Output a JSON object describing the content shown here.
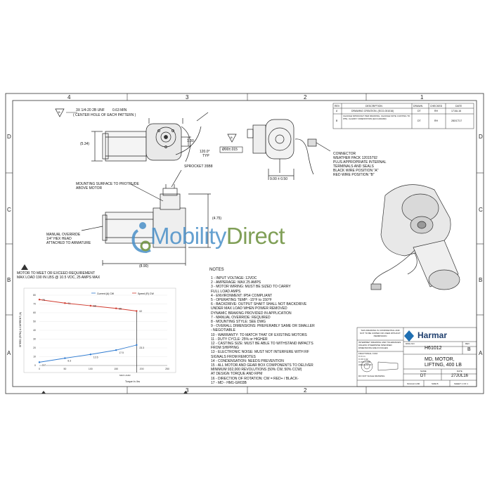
{
  "zones": {
    "top": [
      "4",
      "3",
      "2",
      "1"
    ],
    "left": [
      "D",
      "C",
      "B",
      "A"
    ],
    "right": [
      "D",
      "C",
      "B",
      "A"
    ]
  },
  "views": {
    "top_left": {
      "callout_note": "3X 1/4-20 2B UNF",
      "depth": "0.63 MIN",
      "center_note": "( CENTER HOLE OF EACH PATTERN )",
      "dim_height": "(5.34)",
      "dim_horiz": "1.00",
      "dim_angle": "120.0°",
      "dim_angle_sub": "TYP",
      "flag_b": "B"
    },
    "top_right": {
      "flag_b": "B",
      "tolerance_box": "Ø00±.015",
      "dim_bottom": "9.00 ± 0.50",
      "connector_lines": [
        "CONNECTOR",
        "WEATHER PACK 12015792",
        "PLUS APPROPRIATE INTERNAL",
        "TERMINALS AND SEALS",
        "BLACK WIRE POSITION \"A\"",
        "RED WIRE POSITION \"B\""
      ]
    },
    "side": {
      "mounting_note_1": "MOUNTING SURFACE TO PROTRUDE",
      "mounting_note_2": "ABOVE MOTOR",
      "sprocket": "SPROCKET 35B8",
      "dim_height": "(4.75)",
      "dim_width": "(8.90)",
      "override_1": "MANUAL OVERRIDE",
      "override_2": "1/4\" HEX HEAD",
      "override_3": "ATTACHED TO ARMATURE"
    }
  },
  "watermark": {
    "text_a": "Mobility",
    "text_b": "Direct"
  },
  "requirement": {
    "line1": "MOTOR TO MEET OR EXCEED REQUIREMENT",
    "line2": "MAX LOAD 190 IN LBS @ 10.5 VDC, 25 AMPS MAX"
  },
  "chart_data": {
    "type": "line",
    "title": "",
    "xlabel": "Torque In. lbs",
    "ylabel": "SPEED (RPM) & CURRENT (A)",
    "x": [
      0,
      50,
      100,
      150,
      190
    ],
    "x_ticks": [
      "0",
      "50",
      "100",
      "150",
      "200",
      "250"
    ],
    "xlim": [
      0,
      250
    ],
    "y_ticks": [
      "0",
      "10",
      "20",
      "30",
      "40",
      "50",
      "60",
      "70",
      "80"
    ],
    "ylim": [
      0,
      80
    ],
    "marker_label": "MAX LOAD",
    "legend_position": "top",
    "grid": true,
    "series": [
      {
        "name": "Current (A) CW",
        "color": "#2f7bd1",
        "values": [
          3.7,
          8.3,
          12.6,
          17.5,
          23.3
        ],
        "labels": [
          "3.7",
          "8.3",
          "12.6",
          "17.5",
          "23.3"
        ]
      },
      {
        "name": "Speed (R) CW",
        "color": "#d13b2f",
        "values": [
          75,
          71,
          68,
          65,
          62
        ],
        "labels": [
          "75",
          "71",
          "68",
          "65",
          "62"
        ]
      }
    ]
  },
  "notes": {
    "title": "NOTES",
    "items": [
      "1 - INPUT VOLTAGE: 12VDC",
      "2 - AMPERAGE: MAX 25 AMPS",
      "3 - MOTOR WIRING: MUST BE SIZED TO CARRY",
      "     FULL LOAD AMPS",
      "4 - ENVIRONMENT: IP54 COMPLIANT",
      "5 - OPERATING TEMP: -15°F to 150°F",
      "6 - BACKDRIVE: OUTPUT SHAFT SHALL NOT BACKDRIVE",
      "     UNDER MAX LOAD WHEN POWER REMOVED",
      "     DYNAMIC BRAKING PROVIDED IN APPLICATION",
      "7 - MANUAL OVERRIDE: REQUIRED",
      "8 - MOUNTING STYLE: SEE DWG",
      "9 - OVERALL DIMENSIONS: PREFERABLY SAME OR SMALLER",
      "     - NEGOTIABLE",
      "10 - WARRANTY: TO MATCH THAT OF EXISTING MOTORS",
      "11 - DUTY CYCLE: 25% or HIGHER",
      "12 - CASTING SIZE: MUST BE ABLE TO WITHSTAND IMPACTS",
      "     FROM SHIPPING",
      "13 - ELECTRONIC NOISE: MUST NOT INTERFERE WITH RF",
      "     SIGNALS FROM REMOTES",
      "14 - CONDENSATION: NEEDS PREVENTION",
      "15 - ALL MOTOR AND GEAR BOX COMPONENTS TO DELIVER",
      "     MINIMUM 932,000 REVOLUTIONS (50% CW, 50% CCW)",
      "     AT DESIGN TORQUE AND RPM",
      "16 - DIRECTION OF ROTATION: CW = RED+ / BLACK-",
      "17 - MD - HM1-GR03B"
    ]
  },
  "revision_table": {
    "headers": [
      "REV",
      "DESCRIPTION",
      "DRAWN",
      "CHECKED",
      "DATE"
    ],
    "rows": [
      [
        "A",
        "DRAWING CREATION, (ECO-001016)",
        "DT",
        "RH",
        "17JUL16"
      ],
      [
        "B",
        "CHANGE SPROCKET PER DRAWING, CHANGE NOTE 4 RATING TO IP54, CLARIFY ORIENTATION (ECO-001082)",
        "DT",
        "RH",
        "28OCT17"
      ]
    ]
  },
  "title_block": {
    "brand": "Harmar",
    "confidential": "THIS DRAWING IS CONFIDENTIAL AND NOT TO BE COPIED OR USED WITHOUT PERMISSION",
    "interpret": "INTERPRET DRAWING AND TOLERANCES",
    "tolerance_note": "UNLESS OTHERWISE SPECIFIED DIMENSIONS ARE IN INCHES",
    "tolerances": [
      "FRACTIONAL ±1/16",
      "X.X ±.1",
      "X.XX ±.02",
      "X.XXX ±.005",
      "ANGULAR ±1°"
    ],
    "do_not_scale": "DO NOT SCALE DRAWING",
    "dwg_no_label": "DWG NO",
    "dwg_no": "H61012",
    "rev_label": "REV",
    "rev": "B",
    "title_line1": "MD, MOTOR,",
    "title_line2": "LIFTING, 400 LB",
    "name_label": "NAME",
    "date_label": "DATE",
    "name": "DT",
    "date": "27JUL16",
    "scale": "SCALE 0.200",
    "size": "SIZE B",
    "sheet": "SHEET 1 OF 1"
  }
}
